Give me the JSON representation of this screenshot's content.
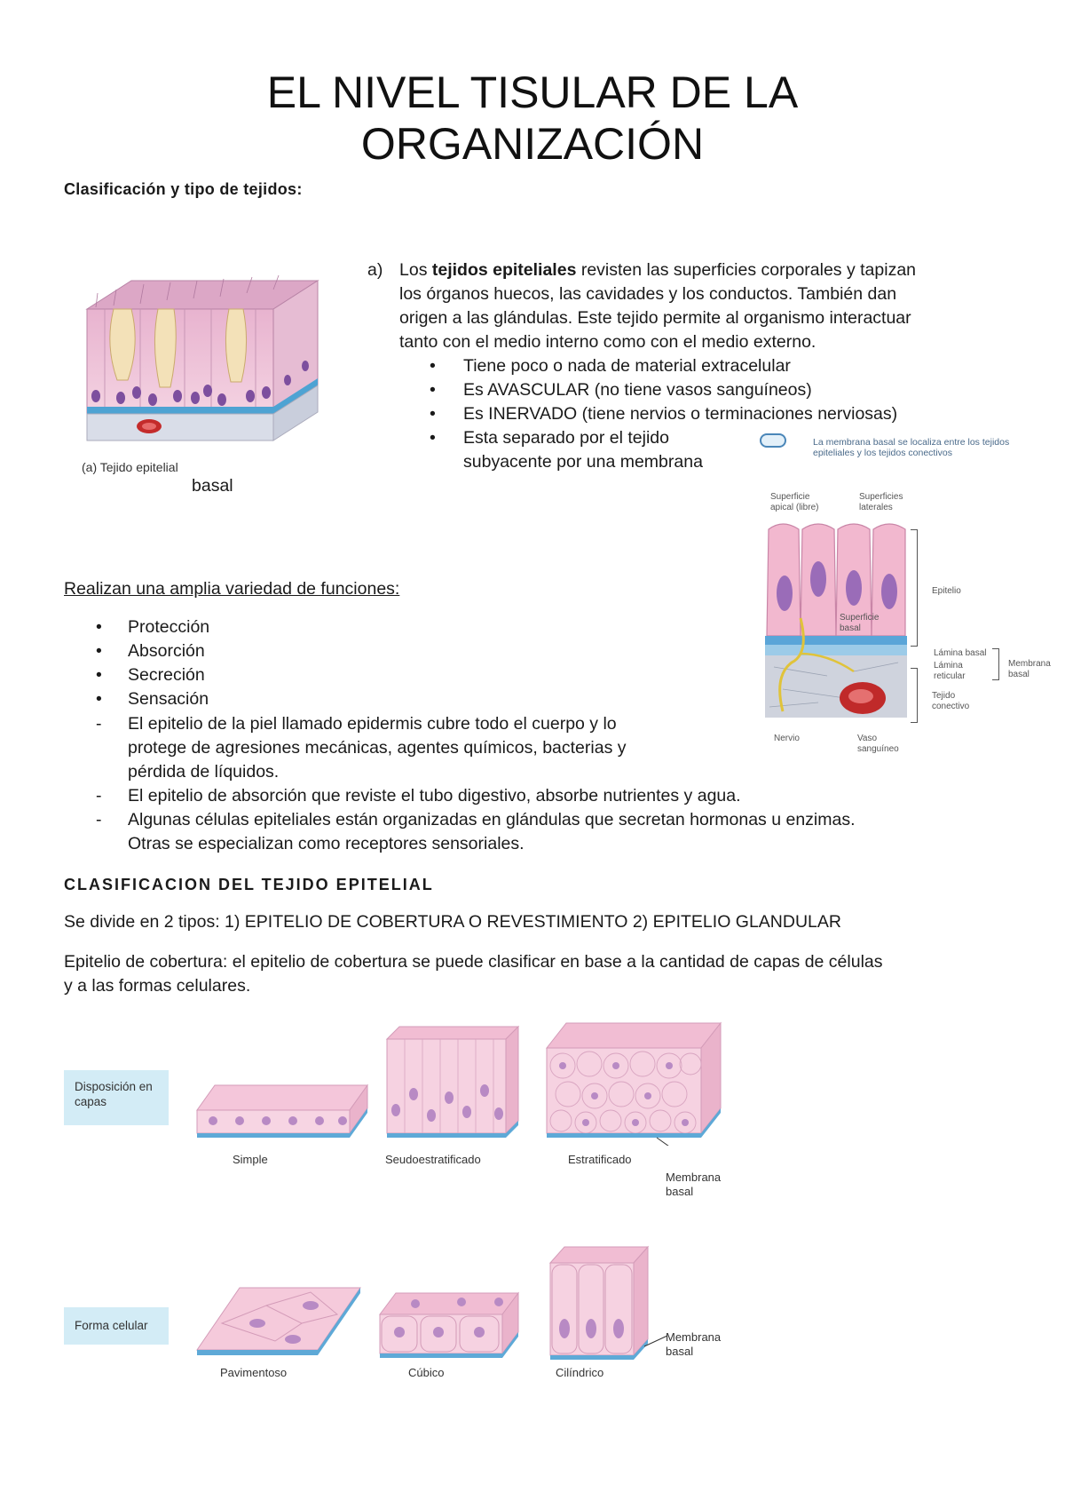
{
  "title": {
    "line1": "EL NIVEL TISULAR DE LA",
    "line2": "ORGANIZACIÓN"
  },
  "section1_heading": "Clasificación y tipo de tejidos:",
  "figure_a": {
    "caption": "(a) Tejido epitelial"
  },
  "para_a": {
    "marker": "a)",
    "lead": "Los ",
    "bold": "tejidos epiteliales",
    "rest1": " revisten las superficies corporales y tapizan",
    "line2": "los órganos huecos, las cavidades y los conductos. También dan",
    "line3": "origen a las glándulas. Este tejido permite al organismo interactuar",
    "line4": "tanto con el medio interno como con el medio externo.",
    "bullets": [
      "Tiene poco o nada de material extracelular",
      "Es AVASCULAR (no tiene vasos sanguíneos)",
      "Es INERVADO (tiene nervios o terminaciones nerviosas)",
      "Esta separado por el tejido"
    ],
    "bullet4_line2": "subyacente por una membrana",
    "continuation": "basal"
  },
  "figure_membrane": {
    "header": "La membrana basal se localiza entre los tejidos epiteliales y los tejidos conectivos",
    "labels": {
      "apical": "Superficie apical (libre)",
      "lateral": "Superficies laterales",
      "epitelio": "Epitelio",
      "basal_surface": "Superficie basal",
      "lamina_basal": "Lámina basal",
      "lamina_reticular": "Lámina reticular",
      "membrana_basal": "Membrana basal",
      "tejido_conectivo": "Tejido conectivo",
      "nervio": "Nervio",
      "vaso": "Vaso sanguíneo"
    }
  },
  "functions": {
    "heading": "Realizan una amplia variedad de funciones:",
    "bullets": [
      "Protección",
      "Absorción",
      "Secreción",
      "Sensación"
    ],
    "dashes": [
      [
        "El epitelio de la piel llamado epidermis cubre todo el cuerpo y lo",
        "protege de agresiones mecánicas, agentes químicos, bacterias y",
        "pérdida de líquidos."
      ],
      [
        "El epitelio de absorción que reviste el tubo digestivo, absorbe nutrientes y agua."
      ],
      [
        "Algunas células epiteliales están organizadas en glándulas que secretan hormonas u enzimas.",
        "Otras se especializan como receptores sensoriales."
      ]
    ]
  },
  "section2_heading": "CLASIFICACION DEL TEJIDO EPITELIAL",
  "types_line": "Se divide en 2 tipos: 1) EPITELIO DE COBERTURA O REVESTIMIENTO 2) EPITELIO GLANDULAR",
  "cobertura": {
    "line1": "Epitelio de cobertura: el epitelio de cobertura se puede clasificar en base a la cantidad de capas de células",
    "line2": "y a las formas celulares."
  },
  "figure_layers": {
    "box": "Disposición en capas",
    "labels": [
      "Simple",
      "Seudoestratificado",
      "Estratificado"
    ],
    "membrane": "Membrana basal"
  },
  "figure_shapes": {
    "box": "Forma celular",
    "labels": [
      "Pavimentoso",
      "Cúbico",
      "Cilíndrico"
    ],
    "membrane": "Membrana basal"
  },
  "colors": {
    "cell_pink": "#f2c4d8",
    "nucleus": "#8a5ca8",
    "membrane_blue": "#5da9d6",
    "label_box": "#d3ecf6"
  }
}
